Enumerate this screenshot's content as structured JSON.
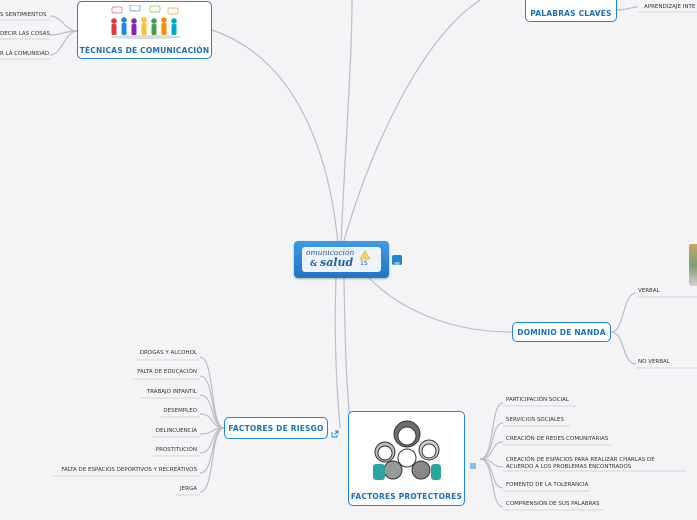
{
  "central": {
    "logo_line1": "omunicación",
    "logo_amp": "&",
    "logo_line2": "salud",
    "logo_suffix": "1S"
  },
  "colors": {
    "accent": "#1f86d4",
    "text_blue": "#1a6fb8",
    "connector": "#b9bec8",
    "background": "#f4f4f6"
  },
  "tecnicas": {
    "title": "TÉCNICAS DE COMUNICACIÓN",
    "items": [
      "S SENTIMIENTOS",
      "DECIR LAS COSAS",
      "R LA COMUNIDAD"
    ]
  },
  "palabras": {
    "title": "PALABRAS CLAVES",
    "items": [
      "APRENDIZAJE INTE"
    ]
  },
  "dominio": {
    "title": "DOMINIO DE NANDA",
    "items": [
      "VERBAL",
      "NO VERBAL"
    ]
  },
  "riesgo": {
    "title": "FACTORES DE RIESGO",
    "items": [
      "DROGAS Y ALCOHOL",
      "FALTA DE EDUCACIÓN",
      "TRABAJO INFANTIL",
      "DESEMPLEO",
      "DELINCUENCIA",
      "PROSTITUCIÓN",
      "FALTA DE ESPACIOS DEPORTIVOS Y RECREATIVOS",
      "JERGA"
    ]
  },
  "protectores": {
    "title": "FACTORES PROTECTORES",
    "items": [
      "PARTICIPACIÓN SOCIAL",
      "SERVICIOS SOCIALES",
      "CREACIÓN DE REDES COMUNITARIAS",
      "CREACIÓN DE ESPACIOS PARA REALIZAR CHARLAS DE ACUERDO A LOS PROBLEMAS ENCONTRADOS",
      "FOMENTO DE LA TOLERANCIA",
      "COMPRENSIÓN DE SUS PALABRAS"
    ]
  },
  "icons": [
    "notes-icon",
    "external-link-icon",
    "list-icon",
    "communication-people-image",
    "group-people-image"
  ]
}
